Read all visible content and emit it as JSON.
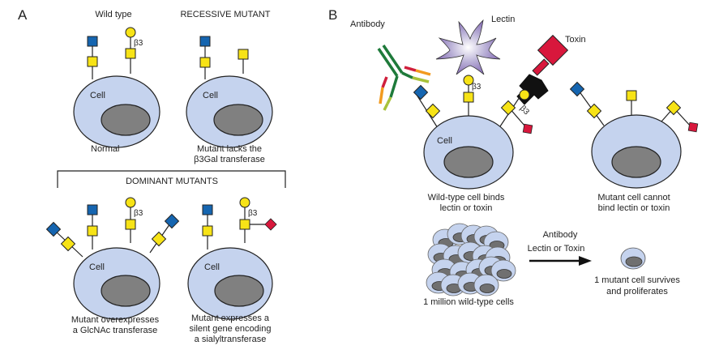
{
  "panel_a": {
    "label": "A",
    "wild_type": {
      "title": "Wild type",
      "cell_label": "Cell",
      "caption": [
        "Normal"
      ],
      "linkage": "β3"
    },
    "recessive": {
      "title": "RECESSIVE MUTANT",
      "cell_label": "Cell",
      "caption": [
        "Mutant lacks the",
        "β3Gal transferase"
      ]
    },
    "dominant_header": "DOMINANT MUTANTS",
    "dominant_1": {
      "cell_label": "Cell",
      "caption": [
        "Mutant overexpresses",
        "a GlcNAc transferase"
      ],
      "linkage": "β3"
    },
    "dominant_2": {
      "cell_label": "Cell",
      "caption": [
        "Mutant expresses a",
        "silent gene encoding",
        "a sialyltransferase"
      ],
      "linkage": "β3"
    }
  },
  "panel_b": {
    "label": "B",
    "antibody_label": "Antibody",
    "lectin_label": "Lectin",
    "toxin_label": "Toxin",
    "wild_cell": {
      "cell_label": "Cell",
      "caption": [
        "Wild-type cell binds",
        "lectin or toxin"
      ],
      "linkage": "β3",
      "toxin_linkage": "β3"
    },
    "mutant_cell": {
      "caption": [
        "Mutant cell cannot",
        "bind lectin or toxin"
      ]
    },
    "population_caption": "1 million wild-type cells",
    "arrow_label_top": "Antibody",
    "arrow_label_bottom": "Lectin or Toxin",
    "survivor_caption": [
      "1 mutant cell survives",
      "and proliferates"
    ]
  },
  "colors": {
    "cell_fill": "#c5d3ee",
    "nucleus_fill": "#808080",
    "glcnac_blue": "#1565b0",
    "gal_yellow": "#f7e316",
    "sialic_red": "#d8173c",
    "toxin_red": "#d8173c",
    "toxin_black": "#111111",
    "lectin_purple": "#8a72b8",
    "antibody_green": "#1e7a3a",
    "antibody_orange": "#f29a1e",
    "antibody_lime": "#a8c23a",
    "antibody_red": "#d01f3c"
  }
}
